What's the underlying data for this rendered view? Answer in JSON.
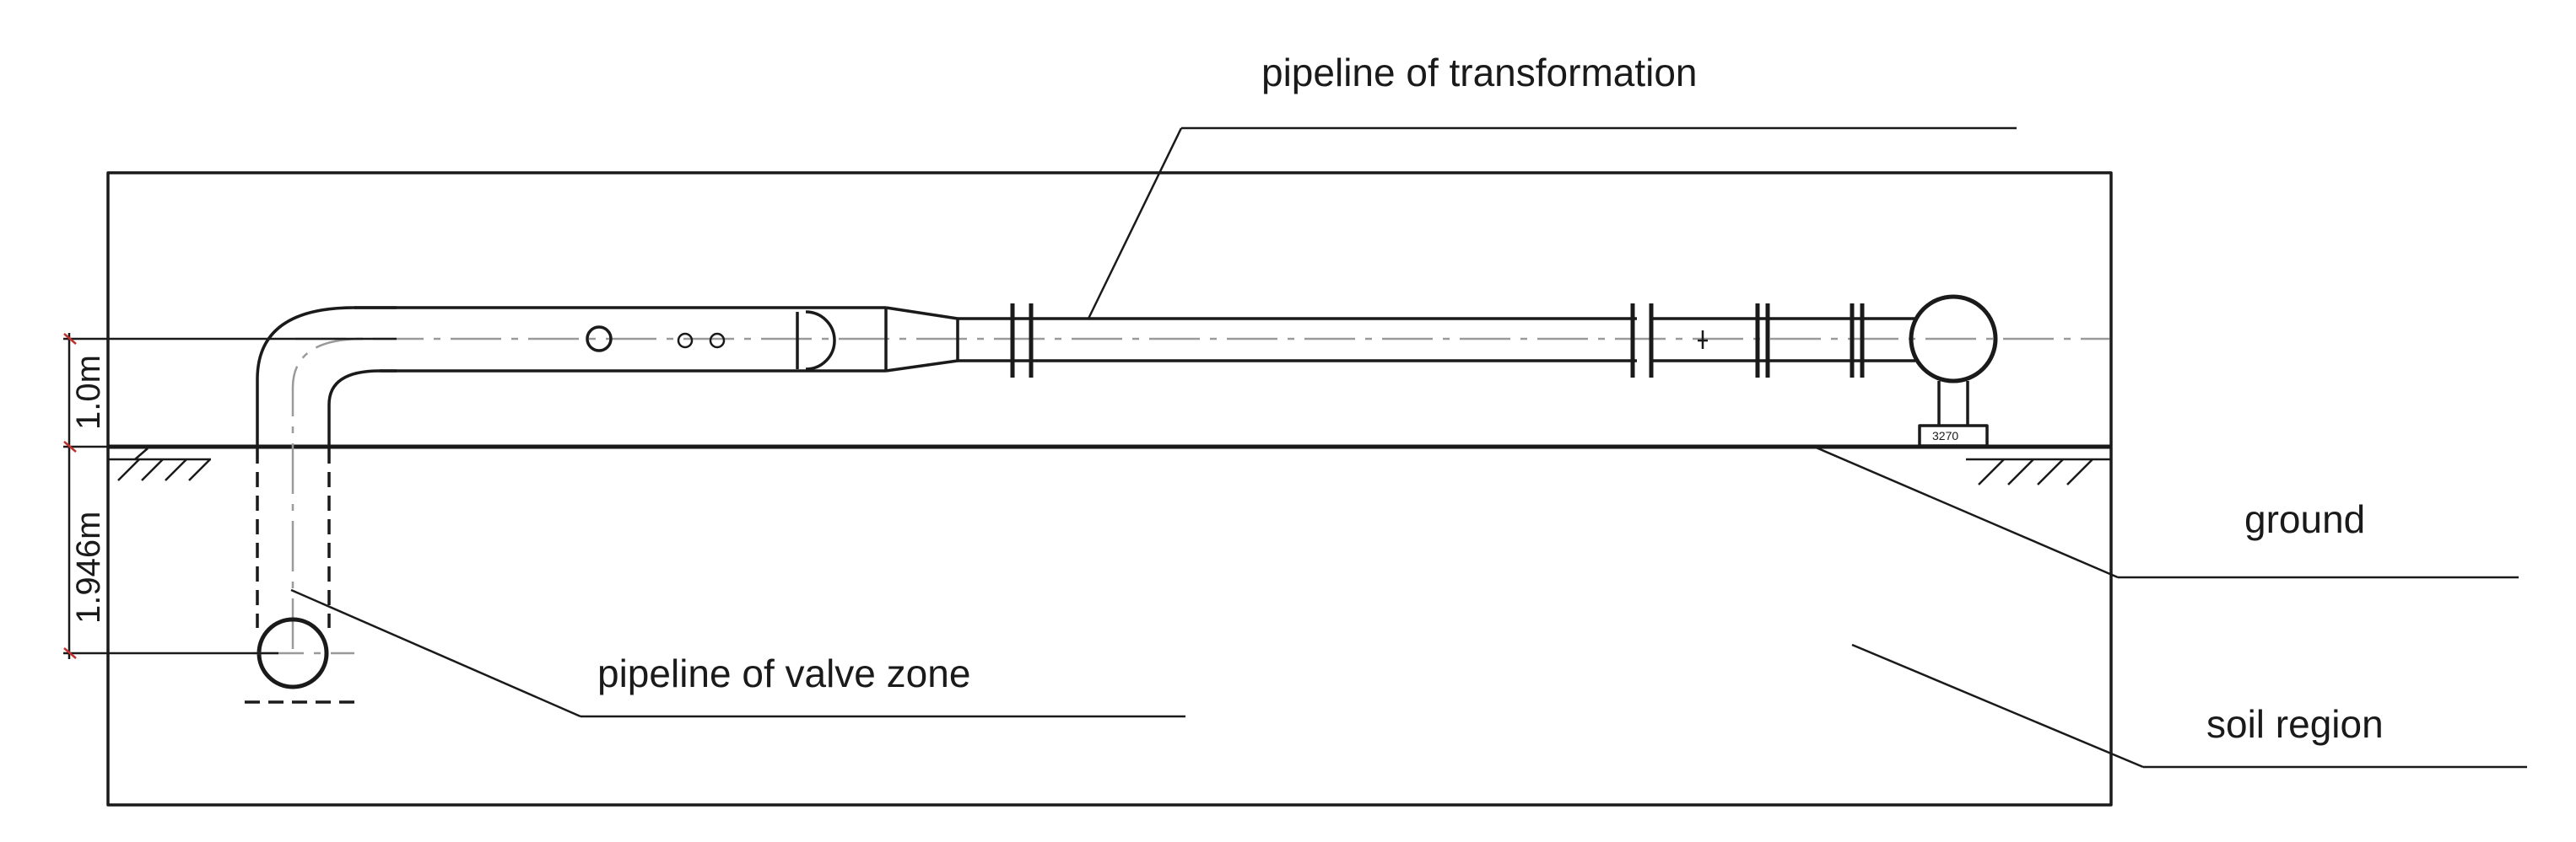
{
  "labels": {
    "pipeline_transformation": "pipeline of transformation",
    "ground": "ground",
    "pipeline_valve_zone": "pipeline of valve zone",
    "soil_region": "soil region"
  },
  "dimensions": {
    "upper": "1.0m",
    "lower": "1.946m"
  },
  "support_plate_text": "3270",
  "colors": {
    "line": "#1a1a1a",
    "centerline": "#9a9a9a",
    "dimension_marks": "#c23030"
  }
}
